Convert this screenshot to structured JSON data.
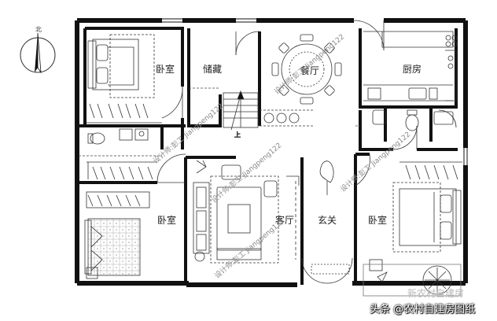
{
  "plan": {
    "compass_label": "北",
    "stair_label": "上",
    "rooms": {
      "bedroom_nw": "卧室",
      "storage": "储藏",
      "dining": "餐厅",
      "kitchen": "厨房",
      "bedroom_sw": "卧室",
      "living": "客厅",
      "foyer": "玄关",
      "bedroom_se": "卧室"
    },
    "watermarks": [
      "设计师:彭工 Jiangpeng122",
      "设计师:彭工 Jiangpeng122",
      "设计师:彭工 Jiangpeng122",
      "设计师:彭工 Jiangpeng122",
      "设计师:彭工 Jiangpeng122"
    ]
  },
  "credit": {
    "text": "头条 @农村自建房图纸",
    "behind_text": "新农村自建房"
  }
}
